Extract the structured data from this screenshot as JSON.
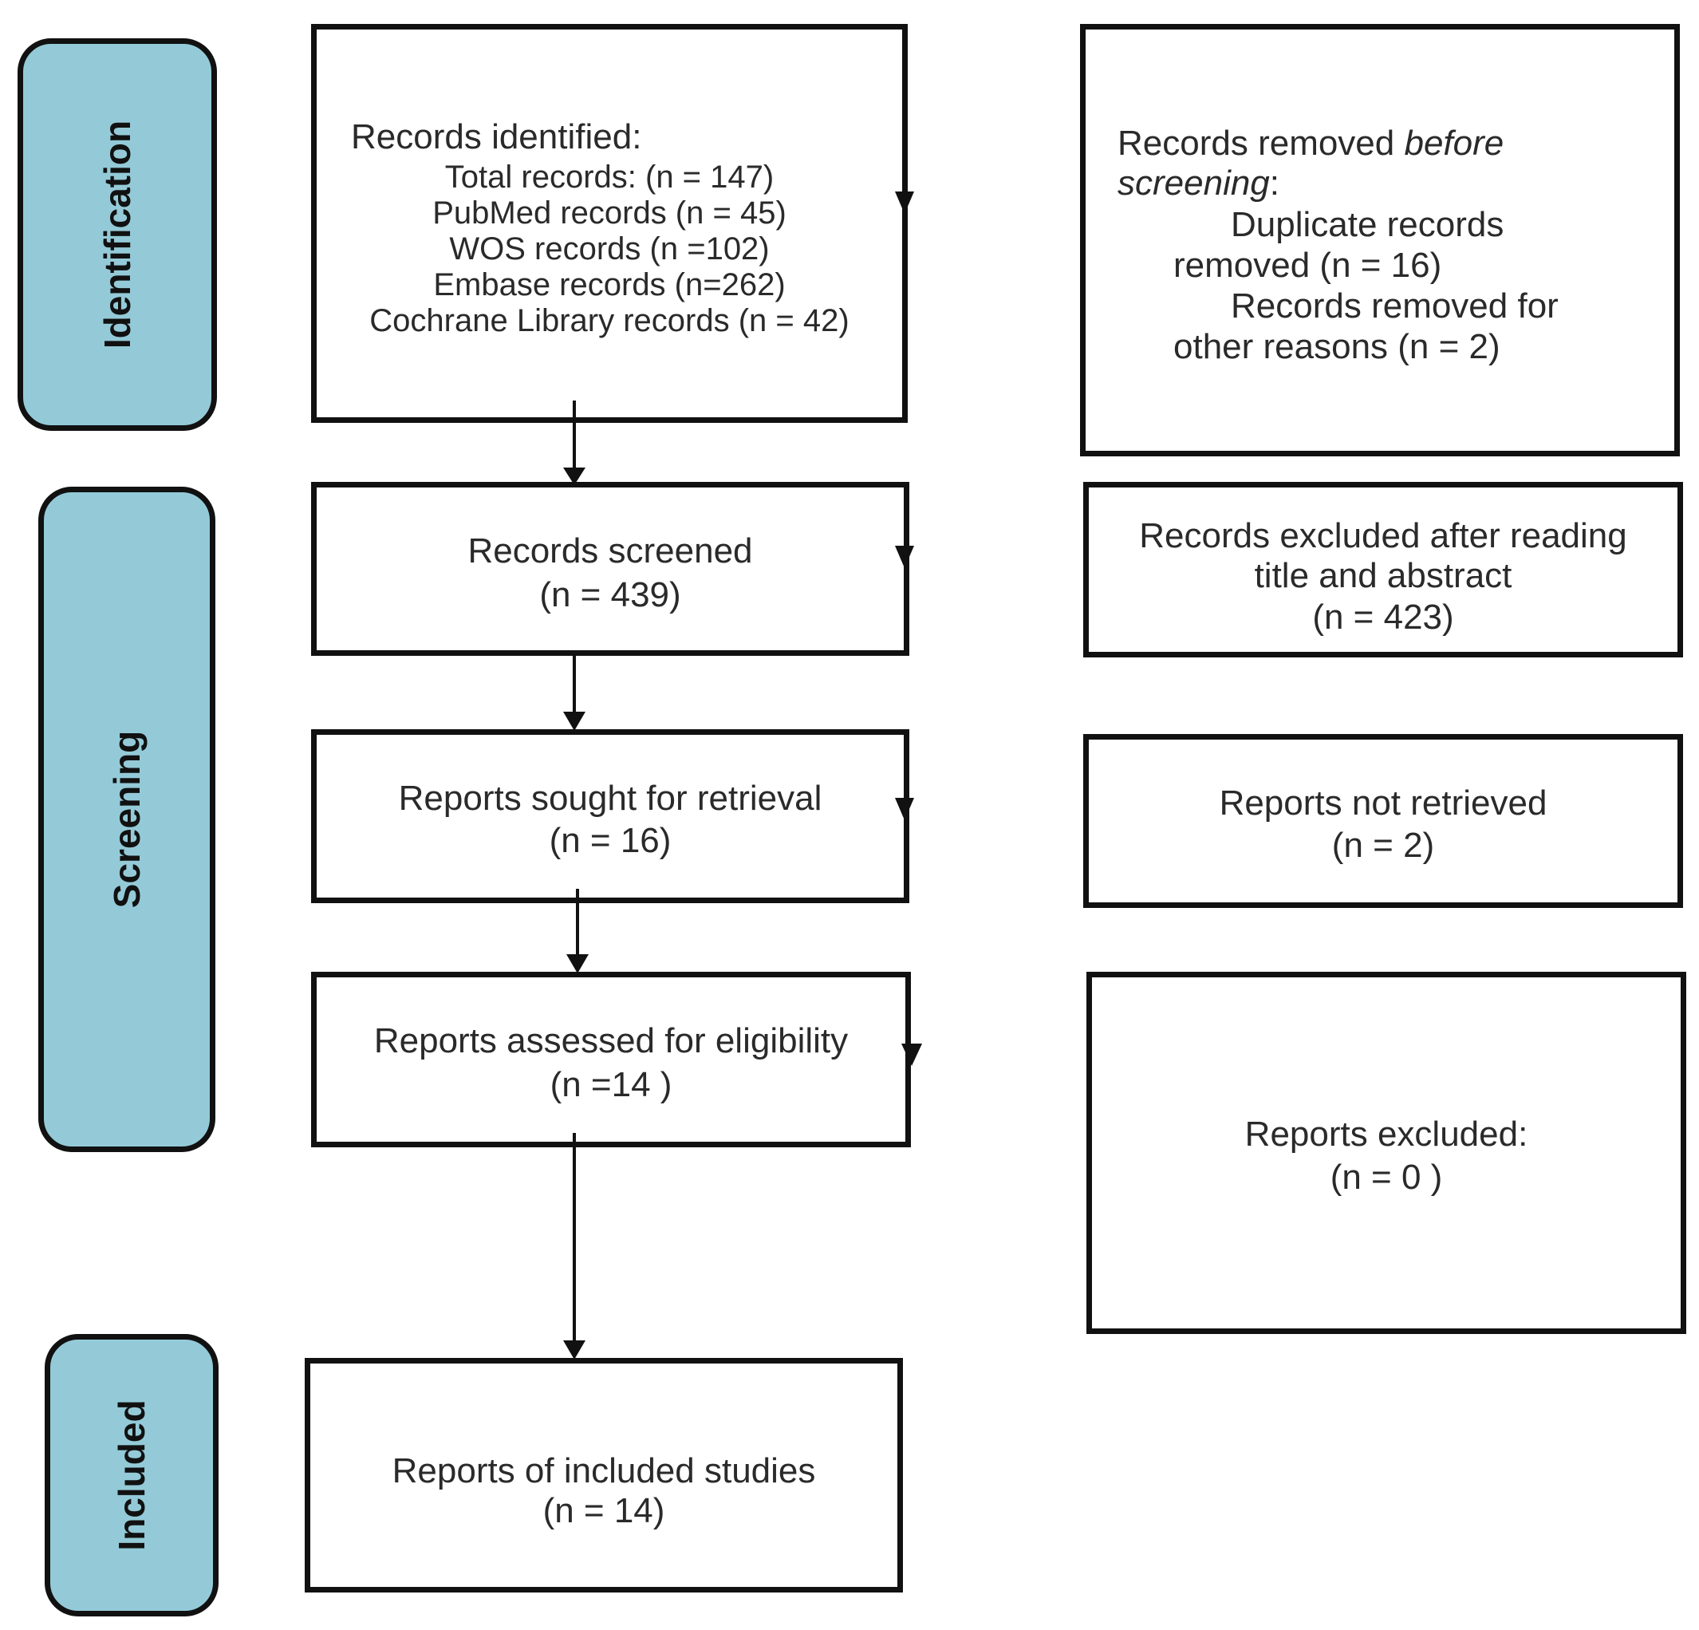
{
  "phases": {
    "identification": "Identification",
    "screening": "Screening",
    "included": "Included"
  },
  "identified": {
    "heading": "Records identified:",
    "total": "Total records: (n = 147)",
    "pubmed": "PubMed records (n = 45)",
    "wos": "WOS records (n =102)",
    "embase": "Embase records (n=262)",
    "cochrane": "Cochrane Library records (n = 42)"
  },
  "removed": {
    "line1_prefix": "Records removed ",
    "line1_italic": "before",
    "line2_italic": "screening",
    "line2_suffix": ":",
    "dup_line1": "Duplicate records",
    "dup_line2": "removed  (n = 16)",
    "other_line1": "Records removed for",
    "other_line2": "other reasons (n = 2)"
  },
  "screened": {
    "label": "Records screened",
    "count": "(n = 439)"
  },
  "excluded_title": {
    "line1": "Records excluded after reading",
    "line2": "title and abstract",
    "count": "(n = 423)"
  },
  "sought": {
    "label": "Reports sought for retrieval",
    "count": "(n = 16)"
  },
  "not_retrieved": {
    "label": "Reports not retrieved",
    "count": "(n = 2)"
  },
  "assessed": {
    "label": "Reports assessed for eligibility",
    "count": "(n =14 )"
  },
  "reports_excluded": {
    "label": "Reports excluded:",
    "count": "(n = 0 )"
  },
  "included_reports": {
    "label": "Reports of included studies",
    "count": "(n = 14)"
  }
}
